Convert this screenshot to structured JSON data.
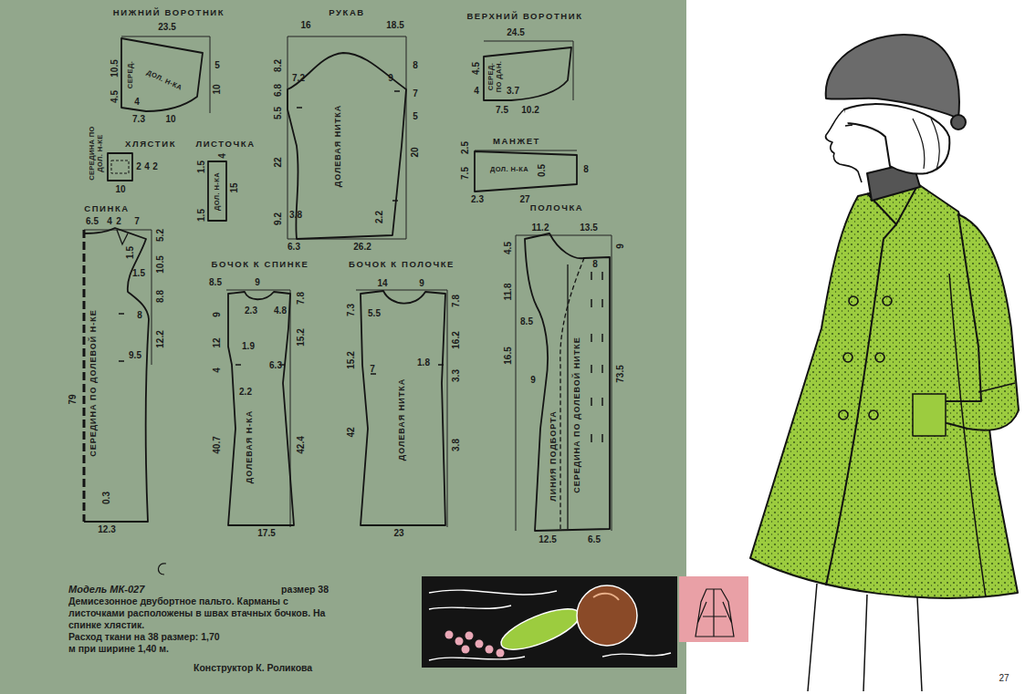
{
  "diagram": {
    "nodes": [
      {
        "text": [
          "НИЖНИЙ ВОРОТНИК",
          "СЕРЕД.",
          "ДОЛ. Н-КА"
        ]
      },
      {
        "text": [
          "РУКАВ",
          "ДОЛЕВАЯ НИТКА"
        ]
      },
      {
        "text": [
          "ВЕРХНИЙ ВОРОТНИК",
          "СЕРЕД. ПО ДАН."
        ]
      },
      {
        "text": [
          "ХЛЯСТИК"
        ]
      },
      {
        "text": [
          "ЛИСТОЧКА",
          "ДОЛ. Н-КА"
        ]
      },
      {
        "text": [
          "МАНЖЕТ",
          "ДОЛ. Н-КА"
        ]
      },
      {
        "text": [
          "СПИНКА",
          "СЕРЕДИНА ПО ДОЛЕВОЙ Н-КЕ"
        ]
      },
      {
        "text": [
          "БОЧОК К СПИНКЕ",
          "ДОЛЕВАЯ Н-КА"
        ]
      },
      {
        "text": [
          "БОЧОК К ПОЛОЧКЕ",
          "ДОЛЕВАЯ НИТКА"
        ]
      },
      {
        "text": [
          "ПОЛОЧКА",
          "ЛИНИЯ ПОДБОРТА",
          "СЕРЕДИНА ПО ДОЛЕВОЙ НИТКЕ"
        ]
      }
    ],
    "labels": [
      "23.5",
      "10.5",
      "5",
      "10",
      "4.5",
      "4",
      "7.3",
      "10",
      "16",
      "18.5",
      "8.2",
      "6.8",
      "5.5",
      "22",
      "9.2",
      "7.2",
      "9",
      "8",
      "7",
      "5",
      "20",
      "3.8",
      "2.2",
      "6.3",
      "26.2",
      "24.5",
      "4.5",
      "4",
      "3.7",
      "7.5",
      "10.2",
      "2.5",
      "7.5",
      "0.5",
      "8",
      "2.3",
      "27",
      "СЕРЕДИНА ПО ДОЛ. Н-КЕ",
      "2",
      "4",
      "2",
      "10",
      "1.5",
      "4",
      "15",
      "1.5",
      "6.5",
      "4",
      "2",
      "7",
      "5.2",
      "10.5",
      "8.8",
      "12.2",
      "1.5",
      "1.5",
      "8",
      "9.5",
      "79",
      "0.3",
      "12.3",
      "8.5",
      "9",
      "9",
      "7.8",
      "2.3",
      "4.8",
      "12",
      "1.9",
      "15.2",
      "6.3",
      "4",
      "2.2",
      "40.7",
      "42.4",
      "17.5",
      "14",
      "9",
      "7.3",
      "5.5",
      "7.8",
      "15.2",
      "7",
      "1.8",
      "16.2",
      "3.3",
      "42",
      "3.8",
      "23",
      "11.2",
      "13.5",
      "9",
      "4.5",
      "8",
      "11.8",
      "8.5",
      "16.5",
      "9",
      "73.5",
      "12.5",
      "6.5",
      "Модель МК-027",
      "размер 38",
      "Демисезонное двубортное пальто. Карманы с листочками расположены в швах втачных бочков. На спинке хлястик.",
      "Расход ткани на 38 размер: 1,70 м при ширине 1,40 м.",
      "Конструктор К. Роликова",
      "27"
    ]
  }
}
